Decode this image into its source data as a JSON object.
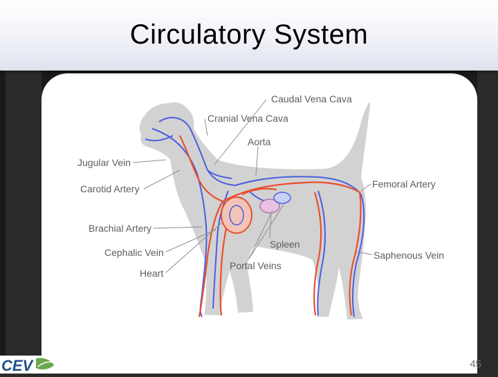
{
  "slide": {
    "title": "Circulatory System",
    "page_number": "45",
    "logo_text": "CEV"
  },
  "diagram": {
    "labels": {
      "caudal_vena_cava": "Caudal Vena Cava",
      "cranial_vena_cava": "Cranial Vena Cava",
      "aorta": "Aorta",
      "jugular_vein": "Jugular Vein",
      "carotid_artery": "Carotid Artery",
      "brachial_artery": "Brachial Artery",
      "cephalic_vein": "Cephalic Vein",
      "heart": "Heart",
      "spleen": "Spleen",
      "portal_veins": "Portal Veins",
      "femoral_artery": "Femoral Artery",
      "saphenous_vein": "Saphenous Vein"
    },
    "colors": {
      "artery": "#e8502c",
      "vein": "#4a5ee0",
      "silhouette": "#d2d2d2",
      "label_text": "#5a5d63",
      "leader_line": "#8a8d92"
    }
  }
}
